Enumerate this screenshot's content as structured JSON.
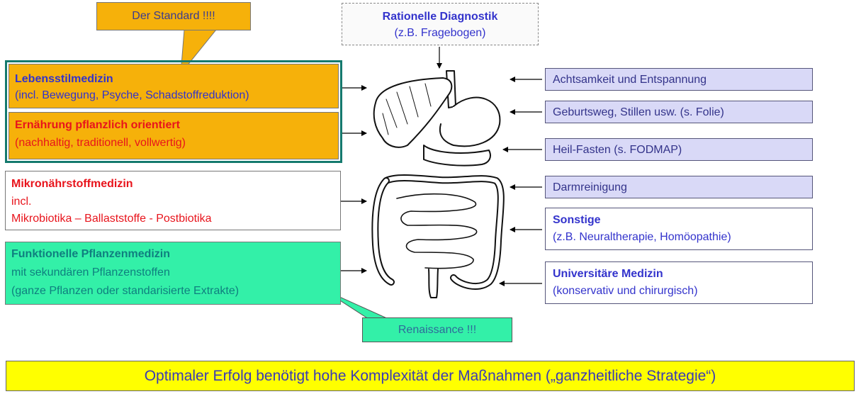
{
  "callouts": {
    "standard": "Der Standard !!!!",
    "renaissance": "Renaissance !!!"
  },
  "diagnostics": {
    "title": "Rationelle Diagnostik",
    "subtitle": "(z.B. Fragebogen)"
  },
  "left_boxes": {
    "lifestyle": {
      "title": "Lebensstilmedizin",
      "detail": "(incl. Bewegung, Psyche, Schadstoffreduktion)"
    },
    "nutrition": {
      "title": "Ernährung pflanzlich orientiert",
      "detail": "(nachhaltig, traditionell, vollwertig)"
    },
    "micronutrient": {
      "title": "Mikronährstoffmedizin",
      "line2": "incl.",
      "line3": "Mikrobiotika – Ballaststoffe - Postbiotika"
    },
    "phyto": {
      "title": "Funktionelle Pflanzenmedizin",
      "line2": "mit sekundären Pflanzenstoffen",
      "line3": "(ganze Pflanzen oder standarisierte Extrakte)"
    }
  },
  "right_boxes": {
    "mindfulness": "Achtsamkeit und Entspannung",
    "birth": "Geburtsweg, Stillen usw. (s. Folie)",
    "fasting": "Heil-Fasten (s. FODMAP)",
    "cleansing": "Darmreinigung",
    "other": {
      "title": "Sonstige",
      "detail": "(z.B. Neuraltherapie, Homöopathie)"
    },
    "university": {
      "title": "Universitäre Medizin",
      "detail": "(konservativ und chirurgisch)"
    }
  },
  "footer": "Optimaler Erfolg benötigt hohe Komplexität der Maßnahmen („ganzheitliche Strategie“)",
  "colors": {
    "orange": "#f6b10a",
    "green_box": "#33f0a8",
    "green_border": "#157a6e",
    "purple_box": "#d9d9f7",
    "yellow_banner": "#ffff00",
    "blue_text": "#3333cc",
    "red_text": "#e8141c"
  }
}
